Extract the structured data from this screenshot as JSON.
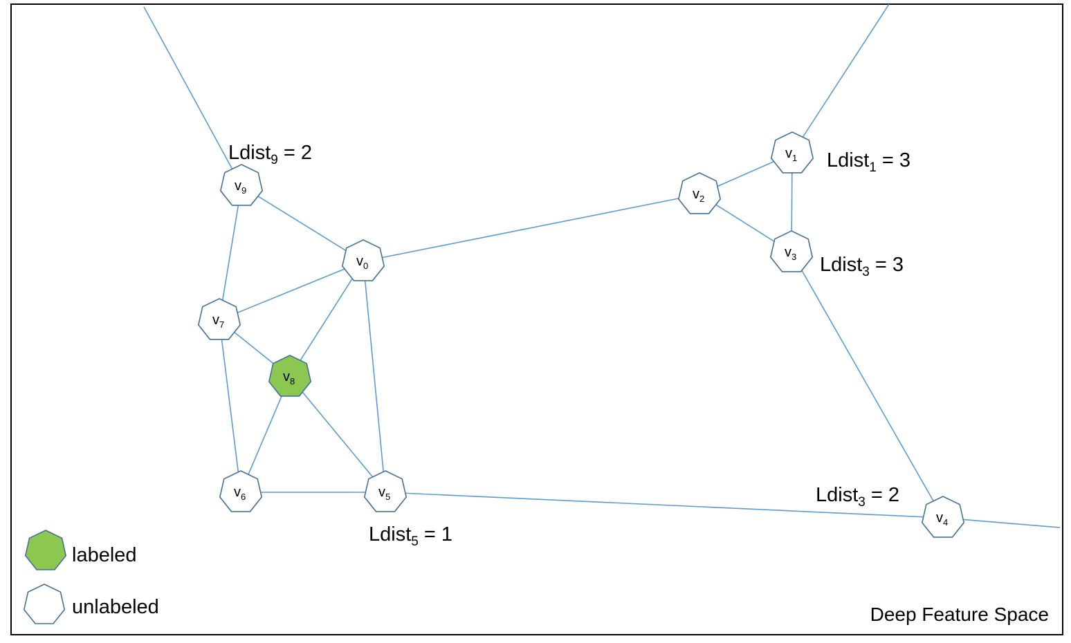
{
  "diagram": {
    "caption": "Deep Feature Space",
    "colors": {
      "edge": "#5b9bd5",
      "node_stroke": "#41719c",
      "labeled_fill": "#8cc751",
      "unlabeled_fill": "#ffffff",
      "frame": "#000000"
    },
    "legend": {
      "labeled": "labeled",
      "unlabeled": "unlabeled"
    },
    "nodes": [
      {
        "id": "v0",
        "base": "v",
        "sub": "0",
        "labeled": false
      },
      {
        "id": "v1",
        "base": "v",
        "sub": "1",
        "labeled": false
      },
      {
        "id": "v2",
        "base": "v",
        "sub": "2",
        "labeled": false
      },
      {
        "id": "v3",
        "base": "v",
        "sub": "3",
        "labeled": false
      },
      {
        "id": "v4",
        "base": "v",
        "sub": "4",
        "labeled": false
      },
      {
        "id": "v5",
        "base": "v",
        "sub": "5",
        "labeled": false
      },
      {
        "id": "v6",
        "base": "v",
        "sub": "6",
        "labeled": false
      },
      {
        "id": "v7",
        "base": "v",
        "sub": "7",
        "labeled": false
      },
      {
        "id": "v8",
        "base": "v",
        "sub": "8",
        "labeled": true
      },
      {
        "id": "v9",
        "base": "v",
        "sub": "9",
        "labeled": false
      }
    ],
    "edges": [
      [
        "v9",
        "v0"
      ],
      [
        "v9",
        "v7"
      ],
      [
        "v7",
        "v0"
      ],
      [
        "v7",
        "v8"
      ],
      [
        "v7",
        "v6"
      ],
      [
        "v0",
        "v8"
      ],
      [
        "v0",
        "v5"
      ],
      [
        "v0",
        "v2"
      ],
      [
        "v8",
        "v6"
      ],
      [
        "v8",
        "v5"
      ],
      [
        "v6",
        "v5"
      ],
      [
        "v5",
        "v4"
      ],
      [
        "v2",
        "v1"
      ],
      [
        "v2",
        "v3"
      ],
      [
        "v1",
        "v3"
      ],
      [
        "v3",
        "v4"
      ]
    ],
    "outer_edges": [
      "v9",
      "v1",
      "v4"
    ],
    "annotations": [
      {
        "id": "ldist9",
        "text": "Ldist",
        "sub": "9",
        "suffix": " = 2"
      },
      {
        "id": "ldist1",
        "text": "Ldist",
        "sub": "1",
        "suffix": " = 3"
      },
      {
        "id": "ldist3a",
        "text": "Ldist",
        "sub": "3",
        "suffix": " = 3"
      },
      {
        "id": "ldist3b",
        "text": "Ldist",
        "sub": "3",
        "suffix": " = 2"
      },
      {
        "id": "ldist5",
        "text": "Ldist",
        "sub": "5",
        "suffix": " = 1"
      }
    ]
  }
}
